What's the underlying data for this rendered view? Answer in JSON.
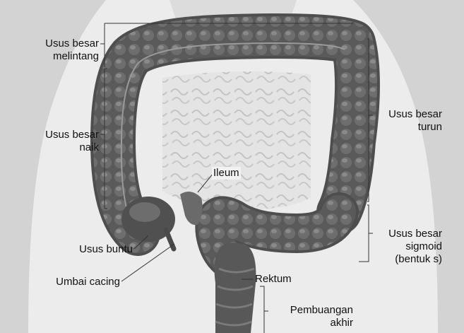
{
  "labels": {
    "transverse": [
      "Usus besar",
      "melintang"
    ],
    "ascending": [
      "Usus besar",
      "naik"
    ],
    "descending": [
      "Usus besar",
      "turun"
    ],
    "ileum": "Ileum",
    "cecum": "Usus buntu",
    "appendix": "Umbai cacing",
    "sigmoid": [
      "Usus besar",
      "sigmoid",
      "(bentuk s)"
    ],
    "rectum": "Rektum",
    "anal_canal": [
      "Pembuangan",
      "akhir"
    ]
  },
  "colors": {
    "background": "#d6d6d6",
    "torso": "#ececec",
    "colon": "#555555",
    "line": "#333333"
  }
}
